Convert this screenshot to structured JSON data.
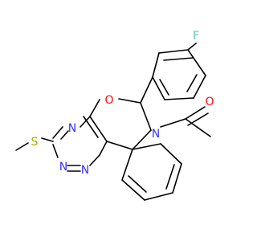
{
  "colors": {
    "background": "#ffffff",
    "bond": "#000000",
    "N": "#3333ff",
    "O": "#ff0d0d",
    "S": "#a8a800",
    "F": "#5ec4c4"
  },
  "atoms": {
    "F": "F",
    "O_ring": "O",
    "O_carbonyl": "O",
    "N_amide": "N",
    "N_triazine_top": "N",
    "N_triazine_low1": "N",
    "N_triazine_low2": "N",
    "S": "S"
  }
}
